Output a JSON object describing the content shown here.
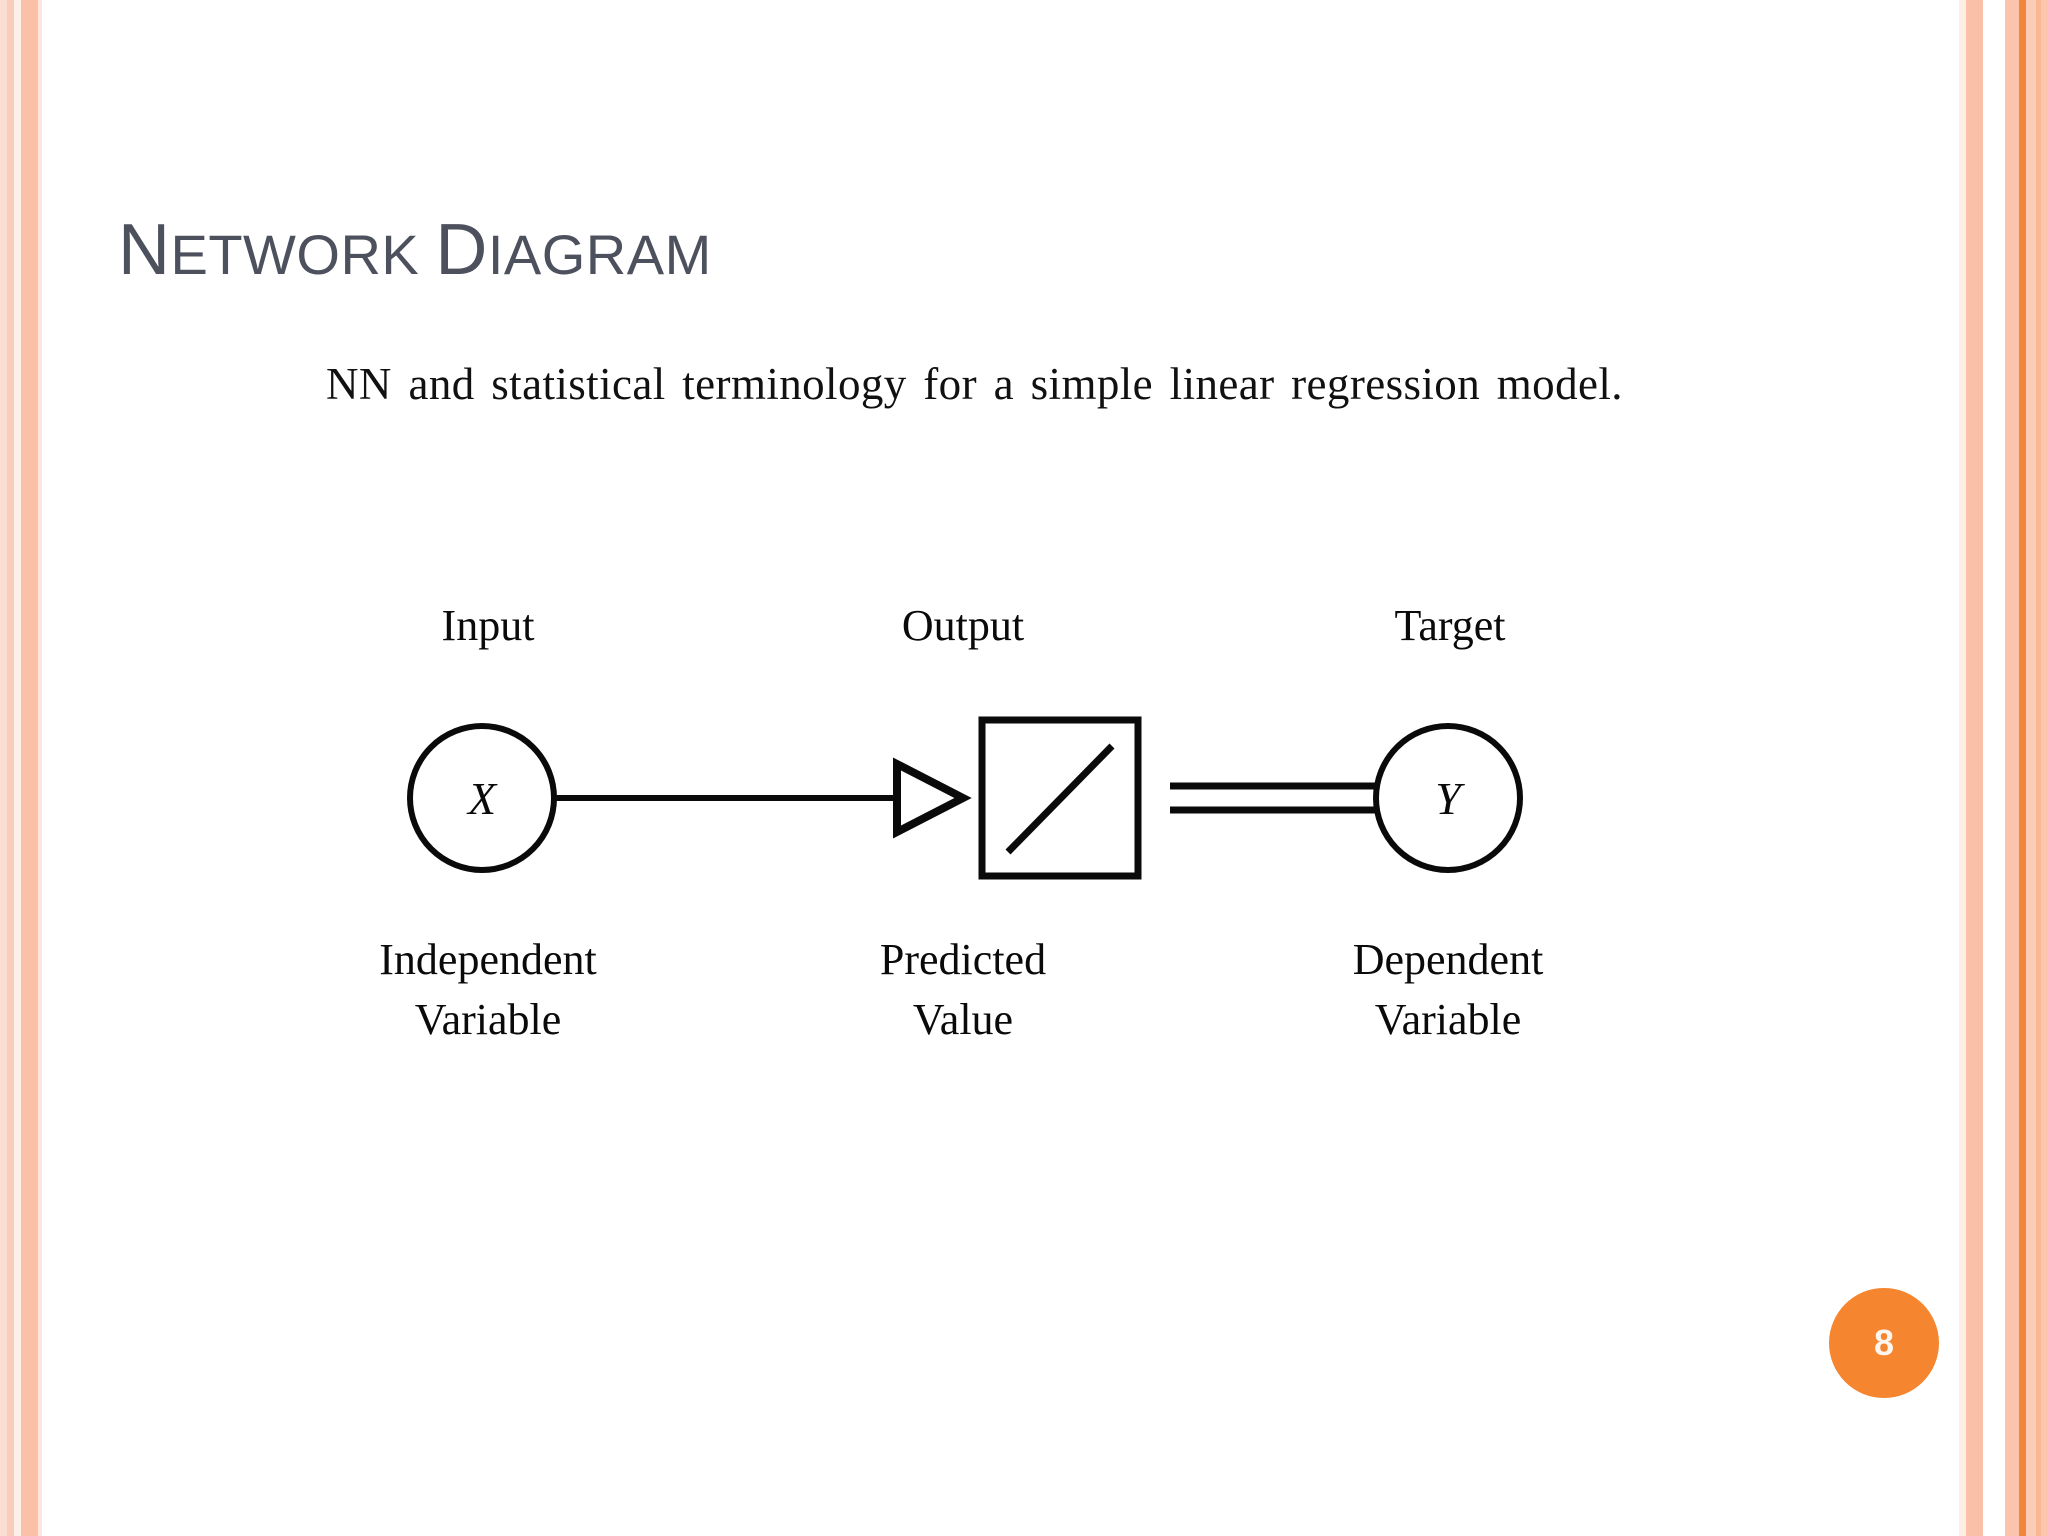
{
  "slide": {
    "title_lead": "N",
    "title_rest": "ETWORK ",
    "title_lead2": "D",
    "title_rest2": "IAGRAM",
    "title_full": "NETWORK DIAGRAM",
    "subtitle": "NN and statistical terminology for a simple linear regression model.",
    "page_number": "8",
    "title_color": "#4c515d",
    "accent_color": "#f5862f",
    "stripe_colors": [
      "#fbded2",
      "#f9cdb9",
      "#fdf0e9",
      "#fac0a8",
      "#fde7dc",
      "#fac4ad",
      "#f2873b",
      "#fbcdb7",
      "#fbb692",
      "#fcc6ae"
    ]
  },
  "diagram": {
    "top_labels": {
      "input": "Input",
      "output": "Output",
      "target": "Target"
    },
    "nodes": {
      "input_var": "X",
      "target_var": "Y"
    },
    "bottom_labels": {
      "input_line1": "Independent",
      "input_line2": "Variable",
      "output_line1": "Predicted",
      "output_line2": "Value",
      "target_line1": "Dependent",
      "target_line2": "Variable"
    },
    "connectors": {
      "input_to_output": "arrow-right",
      "output_to_target": "double-line"
    },
    "transfer_function": "linear-ramp"
  }
}
